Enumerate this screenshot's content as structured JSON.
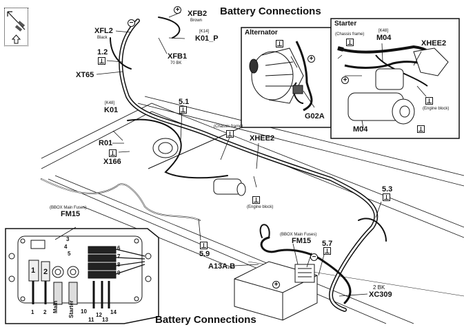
{
  "diagram": {
    "title_top": "Battery Connections",
    "title_bottom": "Battery Connections",
    "nav_icon": "orientation-arrow-icon",
    "callouts": {
      "xfb2": {
        "label": "XFB2",
        "sub": "Brown",
        "polarity": "+"
      },
      "xfl2": {
        "label": "XFL2",
        "sub": "Black",
        "polarity": "−"
      },
      "k01p": {
        "label": "K01_P",
        "tag": "[K14]"
      },
      "xfb1": {
        "label": "XFB1",
        "sub": "70 BK"
      },
      "g12": {
        "label": "1.2"
      },
      "xt65": {
        "label": "XT65"
      },
      "k01": {
        "label": "K01",
        "tag": "[K48]"
      },
      "g51": {
        "label": "5.1"
      },
      "r01": {
        "label": "R01"
      },
      "x166": {
        "label": "X166"
      },
      "chassis_mid": {
        "label": "(Chassis frame)"
      },
      "xhee2_mid": {
        "label": "XHEE2"
      },
      "engine_mid": {
        "label": "(Engine block)"
      },
      "g53": {
        "label": "5.3"
      },
      "g59": {
        "label": "5.9"
      },
      "bbox_fm15_top": {
        "tag": "(BBOX Main Fuses)",
        "label": "FM15"
      },
      "bbox_fm15_main": {
        "tag": "(BBOX Main Fuses)",
        "label": "FM15"
      },
      "g57": {
        "label": "5.7"
      },
      "a13ab": {
        "label": "A13A.B"
      },
      "xc309": {
        "label": "XC309",
        "sub": "2 BK"
      },
      "battery_plus": {
        "polarity": "+"
      },
      "battery_minus": {
        "polarity": "−"
      }
    },
    "alternator_inset": {
      "header": "Alternator",
      "g02a": "G02A",
      "polarity": "+"
    },
    "starter_inset": {
      "header": "Starter",
      "chassis": "(Chassis frame)",
      "m04_tag": "[K48]",
      "m04_top": "M04",
      "xhee2": "XHEE2",
      "engine": "(Engine block)",
      "m04_bottom": "M04",
      "polarity": "+"
    },
    "fusebox_inset": {
      "fuse_labels": [
        "1",
        "2",
        "Main",
        "Starter",
        "10",
        "11",
        "12",
        "13",
        "14"
      ],
      "row_labels": [
        "6",
        "7",
        "8",
        "9"
      ],
      "slot_labels": [
        "3",
        "4",
        "5"
      ],
      "fuse_tile_1": "1",
      "fuse_tile_2": "2"
    }
  }
}
